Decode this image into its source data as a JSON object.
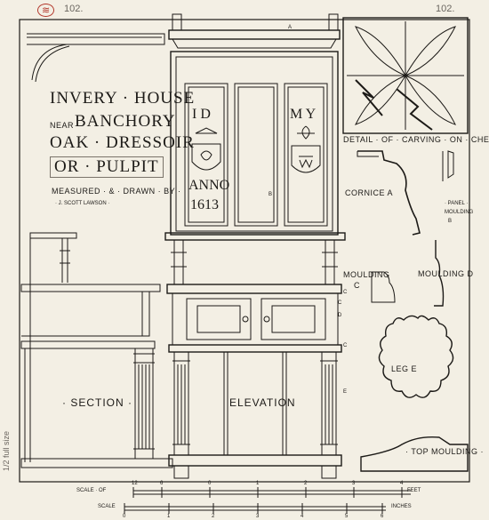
{
  "corner": {
    "page_left": "102.",
    "page_right": "102."
  },
  "title": {
    "line1": "INVERY · HOUSE",
    "line2_prefix": "NEAR",
    "line2": "BANCHORY",
    "line3": "OAK · DRESSOIR",
    "line4": "OR · PULPIT",
    "credit1": "MEASURED · & · DRAWN · BY ·",
    "credit2": "· J. SCOTT LAWSON ·"
  },
  "panels": {
    "left_initials": "I D",
    "right_initials": "M Y",
    "anno": "ANNO",
    "year": "1613"
  },
  "labels": {
    "carving": "DETAIL · OF · CARVING · ON · CHEST",
    "cornice": "CORNICE A",
    "panel_moulding_1": "· PANEL ·",
    "panel_moulding_2": "MOULDING",
    "panel_moulding_3": "B",
    "moulding_c_1": "MOULDING",
    "moulding_c_2": "C",
    "moulding_d": "MOULDING D",
    "leg": "LEG E",
    "top_moulding": "· TOP MOULDING ·",
    "section": "· SECTION ·",
    "elevation": "ELEVATION"
  },
  "markers": {
    "a": "A",
    "b": "B",
    "c": "C",
    "d": "D",
    "e": "E",
    "c2": "C",
    "c3": "C"
  },
  "scales": {
    "feet_label": "SCALE · OF",
    "feet_unit": "FEET",
    "feet_ticks": [
      "12",
      "6",
      "0",
      "1",
      "2",
      "3",
      "4"
    ],
    "inches_label": "SCALE",
    "inches_unit": "INCHES",
    "inches_ticks": [
      "0",
      "1",
      "2",
      "3",
      "4",
      "5",
      "6"
    ]
  },
  "pencil_notes": {
    "margin": "1/2 full size"
  },
  "colors": {
    "paper": "#f3efe4",
    "ink": "#1c1a17",
    "red_pencil": "#b2362a"
  }
}
